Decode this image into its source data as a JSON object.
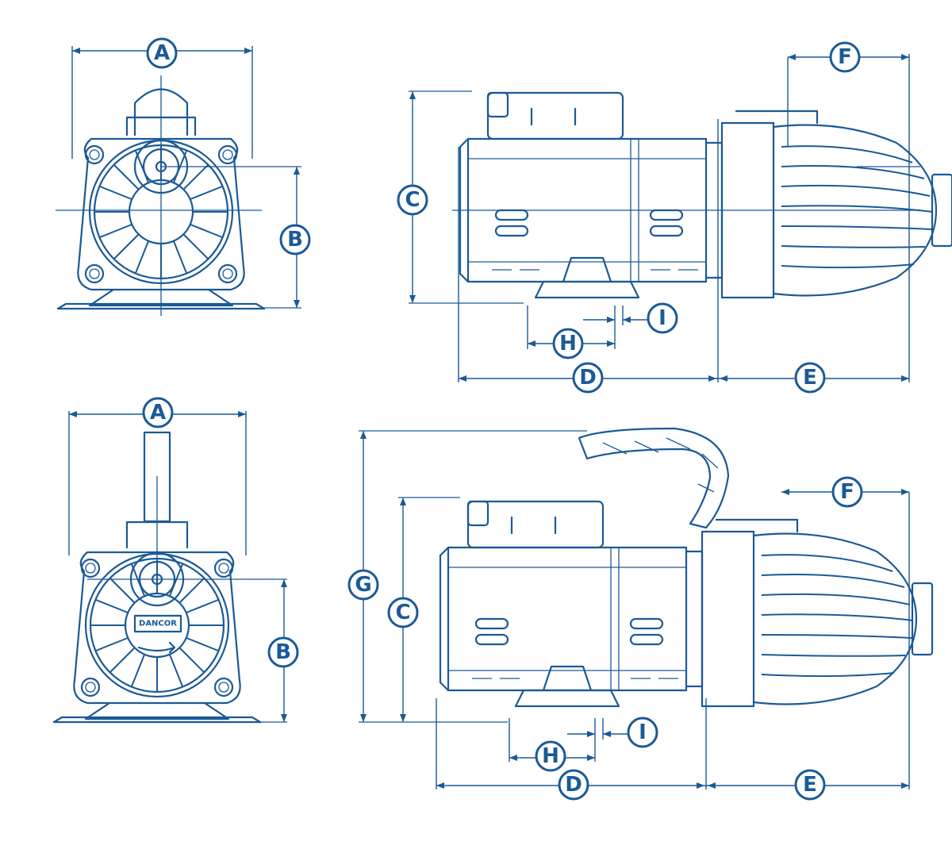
{
  "labels": {
    "a": "A",
    "b": "B",
    "c": "C",
    "d": "D",
    "e": "E",
    "f": "F",
    "g": "G",
    "h": "H",
    "i": "I"
  },
  "logo": "DANCOR",
  "colors": {
    "line": "#1b5a96",
    "background": "#ffffff"
  }
}
